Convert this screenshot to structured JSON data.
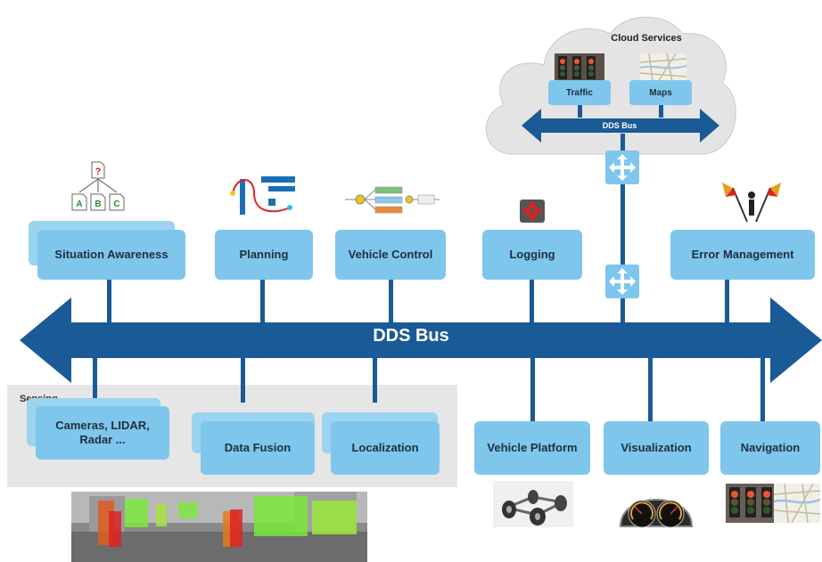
{
  "bus": {
    "label": "DDS Bus"
  },
  "cloud": {
    "title": "Cloud Services",
    "bus_label": "DDS Bus",
    "services": [
      "Traffic",
      "Maps"
    ]
  },
  "modules_top": [
    "Situation Awareness",
    "Planning",
    "Vehicle Control",
    "Logging",
    "Error Management"
  ],
  "sensing": {
    "label": "Sensing",
    "modules": [
      "Cameras, LIDAR, Radar ...",
      "Data Fusion",
      "Localization"
    ]
  },
  "modules_bottom": [
    "Vehicle Platform",
    "Visualization",
    "Navigation"
  ],
  "icon_labels": {
    "abc": [
      "A",
      "B",
      "C"
    ],
    "question": "?"
  },
  "colors": {
    "bus": "#1a5a96",
    "box": "#7fc6ec",
    "cloud": "#e4e4e4",
    "sensing_panel": "#e6e6e6"
  }
}
